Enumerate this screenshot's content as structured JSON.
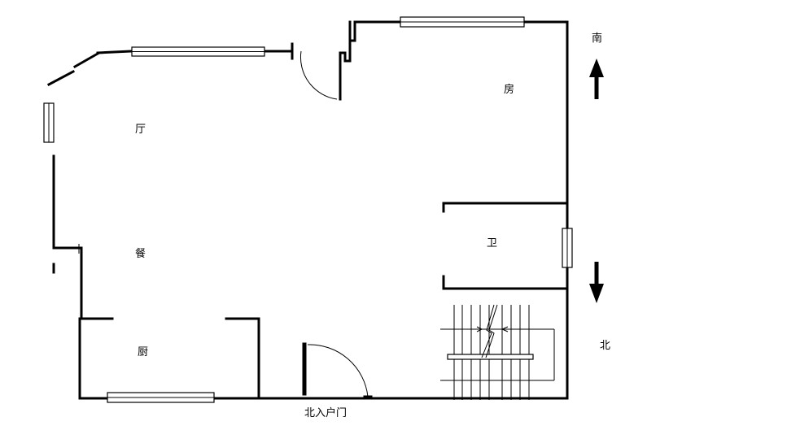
{
  "rooms": {
    "living": "厅",
    "bedroom": "房",
    "dining": "餐",
    "bathroom": "卫",
    "kitchen": "厨"
  },
  "entrance_label": "北入户门",
  "compass": {
    "south": "南",
    "north": "北"
  },
  "colors": {
    "line": "#000000",
    "background": "#ffffff"
  }
}
